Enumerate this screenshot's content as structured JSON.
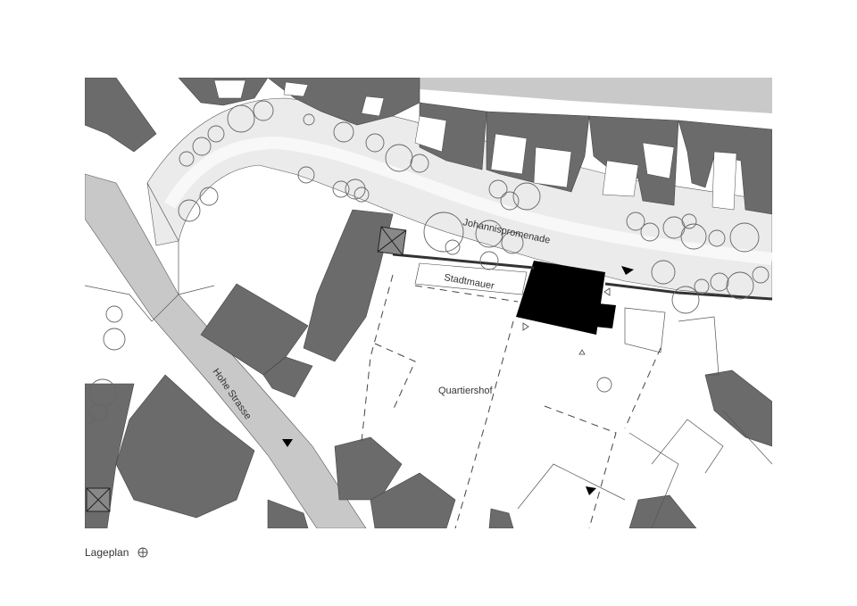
{
  "map": {
    "labels": {
      "promenade": "Johannispromenade",
      "wall": "Stadtmauer",
      "street": "Hohe Strasse",
      "courtyard": "Quartiershof"
    }
  },
  "caption": {
    "title": "Lageplan",
    "north_icon": "north-arrow-icon"
  },
  "colors": {
    "building": "#6b6b6b",
    "new_building": "#000000",
    "street": "#c8c8c8",
    "promenade": "#ececec",
    "tree_stroke": "#666666"
  }
}
